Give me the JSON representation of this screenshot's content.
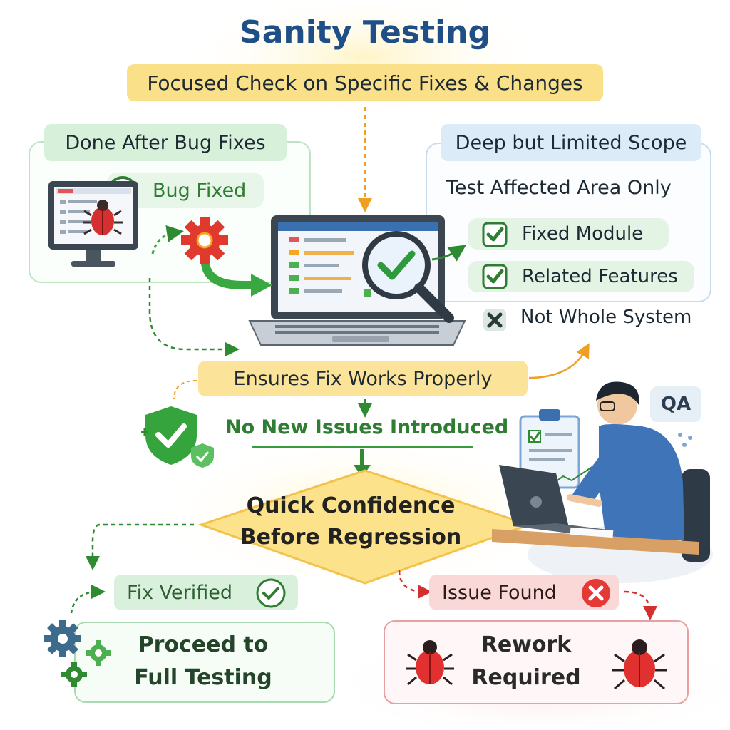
{
  "title": "Sanity Testing",
  "subtitle": "Focused Check on Specific Fixes & Changes",
  "left_panel": {
    "title": "Done After Bug Fixes",
    "badge": "Bug Fixed"
  },
  "right_panel": {
    "title": "Deep but Limited Scope",
    "subtitle": "Test Affected Area Only",
    "items": [
      {
        "label": "Fixed Module",
        "state": "check"
      },
      {
        "label": "Related Features",
        "state": "check"
      },
      {
        "label": "Not Whole System",
        "state": "cross"
      }
    ]
  },
  "center": {
    "ensures": "Ensures Fix Works Properly",
    "no_new_issues": "No New Issues Introduced",
    "decision_line1": "Quick Confidence",
    "decision_line2": "Before Regression"
  },
  "outcomes": {
    "pass_label": "Fix Verified",
    "pass_action_line1": "Proceed to",
    "pass_action_line2": "Full Testing",
    "fail_label": "Issue Found",
    "fail_action_line1": "Rework",
    "fail_action_line2": "Required"
  },
  "qa_badge": "QA",
  "colors": {
    "title": "#1f4f86",
    "highlight_yellow": "#fbe08a",
    "green": "#2e7d32",
    "red": "#d32f2f",
    "blue": "#3a6fb0"
  }
}
